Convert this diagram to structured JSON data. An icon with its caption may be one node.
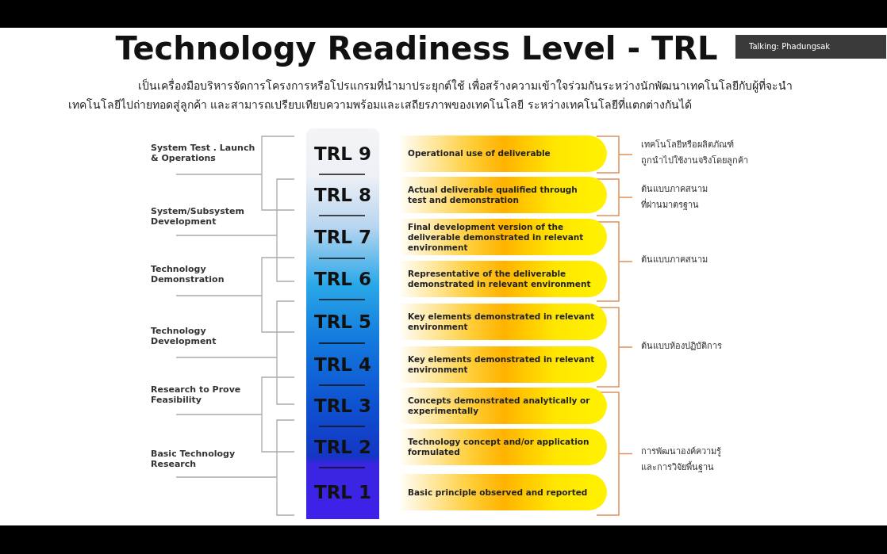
{
  "diagram": {
    "title": "Technology Readiness Level - TRL",
    "nodes": [
      {
        "text": [
          "TRL 9"
        ]
      },
      {
        "text": [
          "TRL 8"
        ]
      },
      {
        "text": [
          "TRL 7"
        ]
      },
      {
        "text": [
          "TRL 6"
        ]
      },
      {
        "text": [
          "TRL 5"
        ]
      },
      {
        "text": [
          "TRL 4"
        ]
      },
      {
        "text": [
          "TRL 3"
        ]
      },
      {
        "text": [
          "TRL 2"
        ]
      },
      {
        "text": [
          "TRL 1"
        ]
      },
      {
        "text": [
          "Operational use of deliverable"
        ]
      },
      {
        "text": [
          "Actual deliverable qualified through test and demonstration"
        ]
      },
      {
        "text": [
          "Final development version of the deliverable demonstrated in relevant environment"
        ]
      },
      {
        "text": [
          "Representative of the deliverable demonstrated in relevant environment"
        ]
      },
      {
        "text": [
          "Key elements demonstrated in relevant environment"
        ]
      },
      {
        "text": [
          "Key elements demonstrated in relevant environment"
        ]
      },
      {
        "text": [
          "Concepts demonstrated analytically or experimentally"
        ]
      },
      {
        "text": [
          "Technology concept and/or application formulated"
        ]
      },
      {
        "text": [
          "Basic principle observed and reported"
        ]
      },
      {
        "text": [
          "System Test . Launch & Operations"
        ]
      },
      {
        "text": [
          "System/Subsystem Development"
        ]
      },
      {
        "text": [
          "Technology Demonstration"
        ]
      },
      {
        "text": [
          "Technology Development"
        ]
      },
      {
        "text": [
          "Research to Prove Feasibility"
        ]
      },
      {
        "text": [
          "Basic Technology Research"
        ]
      },
      {
        "text": [
          "เทคโนโลยีหรือผลิตภัณฑ์ ถูกนำไปใช้งานจริงโดยลูกค้า"
        ]
      },
      {
        "text": [
          "ต้นแบบภาคสนาม ที่ผ่านมาตรฐาน"
        ]
      },
      {
        "text": [
          "ต้นแบบภาคสนาม"
        ]
      },
      {
        "text": [
          "ต้นแบบห้องปฏิบัติการ"
        ]
      },
      {
        "text": [
          "การพัฒนาองค์ความรู้ และการวิจัยพื้นฐาน"
        ]
      }
    ],
    "labels": [
      "เป็นเครื่องมือบริหารจัดการโครงการหรือโปรแกรมที่นำมาประยุกต์ใช้ เพื่อสร้างความเข้าใจร่วมกันระหว่างนักพัฒนาเทคโนโลยีกับผู้ที่จะนำเทคโนโลยีไปถ่ายทอดสู่ลูกค้า และสามารถเปรียบเทียบความพร้อมและเสถียรภาพของเทคโนโลยี ระหว่างเทคโนโลยีที่แตกต่างกันได้",
      "Talking: Phadungsak"
    ]
  }
}
